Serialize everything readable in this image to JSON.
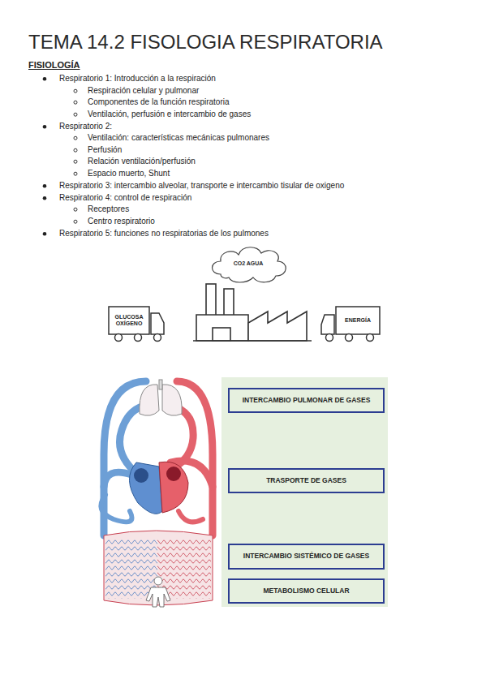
{
  "diagram": {
    "title": "TEMA 14.2 FISOLOGIA RESPIRATORIA",
    "nodes": [
      {
        "text": [
          "CO2 AGUA"
        ]
      },
      {
        "text": [
          "GLUCOSA OXÍGENO"
        ]
      },
      {
        "text": [
          "ENERGÍA"
        ]
      },
      {
        "text": [
          "INTERCAMBIO PULMONAR DE GASES"
        ]
      },
      {
        "text": [
          "TRASPORTE DE GASES"
        ]
      },
      {
        "text": [
          "INTERCAMBIO SISTÉMICO DE GASES"
        ]
      },
      {
        "text": [
          "METABOLISMO CELULAR"
        ]
      }
    ],
    "labels": [
      "FISIOLOGÍA",
      "Respiratorio 1: Introducción a la respiración",
      "Respiración celular y pulmonar",
      "Componentes de la función respiratoria",
      "Ventilación, perfusión e intercambio de gases",
      "Respiratorio 2:",
      "Ventilación: características mecánicas pulmonares",
      "Perfusión",
      "Relación ventilación/perfusión",
      "Espacio muerto, Shunt",
      "Respiratorio 3: intercambio alveolar, transporte e intercambio tisular de oxigeno",
      "Respiratorio 4: control de respiración",
      "Receptores",
      "Centro respiratorio",
      "Respiratorio 5: funciones no respiratorias de los pulmones"
    ]
  }
}
